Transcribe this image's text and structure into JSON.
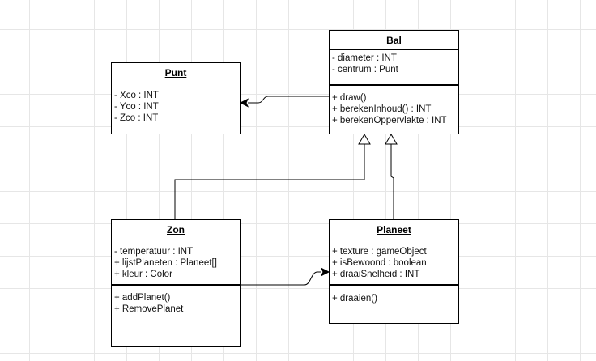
{
  "classes": {
    "bal": {
      "name": "Bal",
      "attributes": [
        "- diameter : INT",
        "- centrum : Punt"
      ],
      "methods": [
        "+ draw()",
        "+ berekenInhoud() : INT",
        "+ berekenOppervlakte : INT"
      ]
    },
    "punt": {
      "name": "Punt",
      "attributes": [
        "- Xco : INT",
        "- Yco : INT",
        "- Zco : INT"
      ],
      "methods": []
    },
    "zon": {
      "name": "Zon",
      "attributes": [
        "- temperatuur : INT",
        "+ lijstPlaneten : Planeet[]",
        "+ kleur : Color"
      ],
      "methods": [
        "+ addPlanet()",
        "+ RemovePlanet"
      ]
    },
    "planeet": {
      "name": "Planeet",
      "attributes": [
        "+ texture : gameObject",
        "+ isBewoond : boolean",
        "+ draaiSnelheid : INT"
      ],
      "methods": [
        "+ draaien()"
      ]
    }
  }
}
